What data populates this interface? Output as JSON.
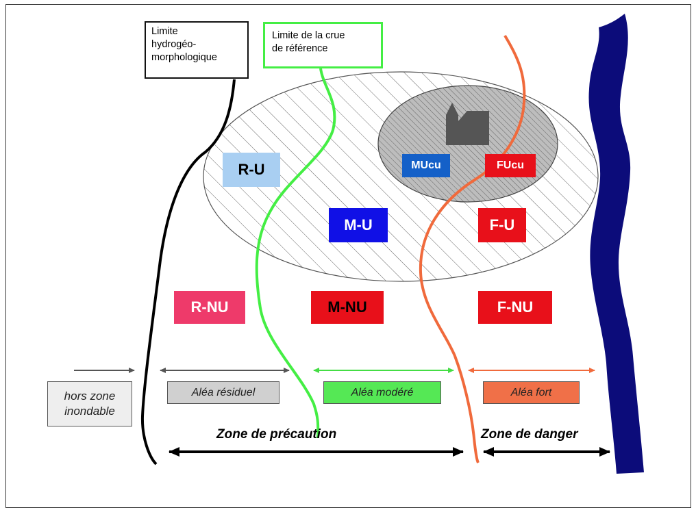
{
  "legend": {
    "hydro_line1": "Limite",
    "hydro_line2": "hydrogéo-",
    "hydro_line3": "morphologique",
    "crue_line1": "Limite de la crue",
    "crue_line2": "de référence"
  },
  "zones": {
    "r_u": "R-U",
    "m_u": "M-U",
    "f_u": "F-U",
    "mucu": "MUcu",
    "fucu": "FUcu",
    "r_nu": "R-NU",
    "m_nu": "M-NU",
    "f_nu": "F-NU"
  },
  "alea": {
    "hors_line1": "hors zone",
    "hors_line2": "inondable",
    "residuel": "Aléa résiduel",
    "modere": "Aléa modéré",
    "fort": "Aléa fort"
  },
  "bottom": {
    "precaution": "Zone de précaution",
    "danger": "Zone de danger"
  },
  "colors": {
    "r_u": "#a9cff2",
    "m_u": "#1010e6",
    "f_u": "#e8101a",
    "mucu": "#1460c8",
    "fucu": "#e8101a",
    "r_nu": "#ee3a6a",
    "m_nu": "#e8101a",
    "f_nu": "#e8101a",
    "hydro_line": "#000000",
    "crue_line": "#44ee44",
    "orange_line": "#f06a3c",
    "river": "#0c0c7a",
    "residuel_box": "#d0d0d0",
    "modere_box": "#55e855",
    "fort_box": "#f07048",
    "hors_box": "#eeeeee"
  }
}
